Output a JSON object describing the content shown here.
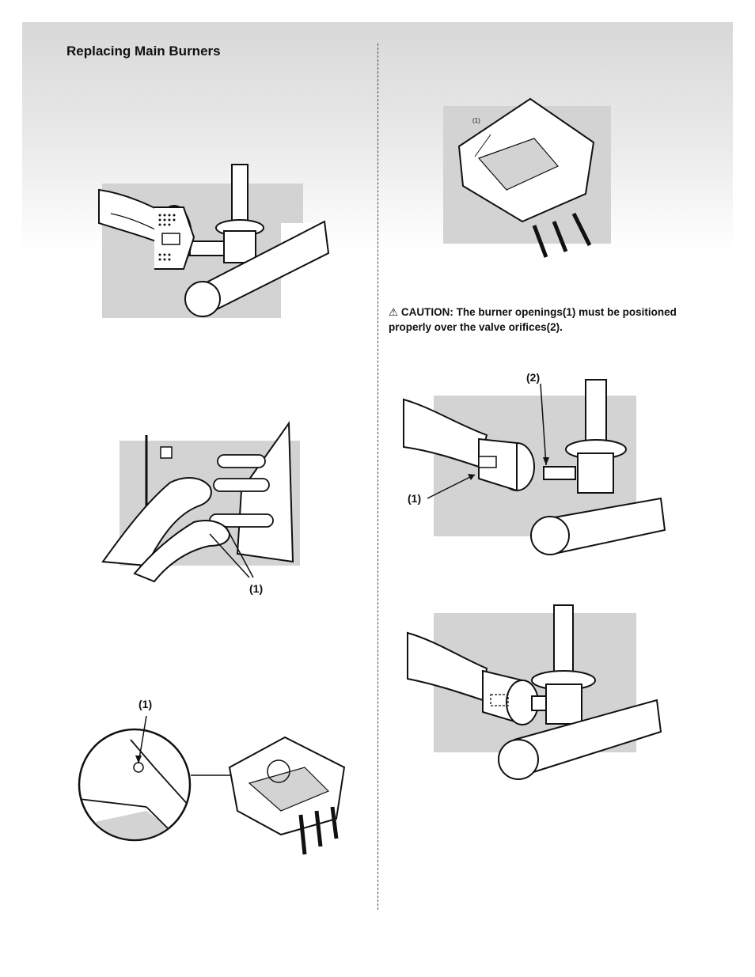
{
  "section": {
    "title": "Replacing Main Burners"
  },
  "caution": {
    "symbol": "⚠",
    "lead": "CAUTION:",
    "text": "The burner openings(1) must be positioned properly over the valve orifices(2)."
  },
  "figures": {
    "fig2": {
      "callout": "(1)"
    },
    "fig3": {
      "callout": "(1)"
    },
    "fig4": {
      "callout": "(1)"
    },
    "fig5": {
      "callout_1": "(1)",
      "callout_2": "(2)"
    }
  },
  "colors": {
    "panel": "#d3d3d3",
    "ink": "#111111"
  }
}
